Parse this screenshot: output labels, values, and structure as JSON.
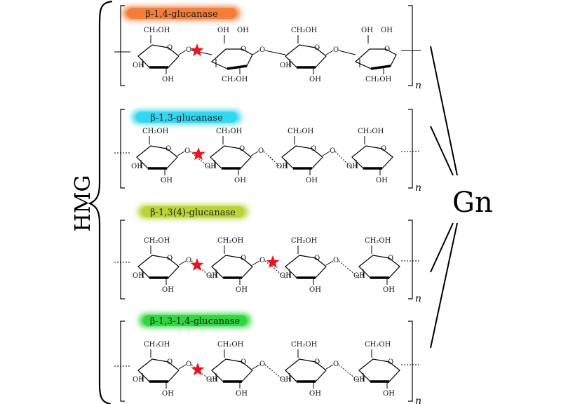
{
  "title": "HMG",
  "product": "Gn",
  "repeat_symbol": "n",
  "colors": {
    "bracket": "#000000",
    "cleavage_star": "#e8141e"
  },
  "rows": [
    {
      "enzyme": "β-1,4-glucanase",
      "pill_color": "#f37a35",
      "units": [
        {
          "top": "CH₂OH",
          "upper_left": "",
          "lower_left": "OH",
          "bottom": "OH"
        },
        {
          "top": "OH",
          "top2": "OH",
          "bottom": "CH₂OH"
        },
        {
          "top": "CH₂OH",
          "lower_left": "OH",
          "bottom": "OH"
        },
        {
          "top": "OH",
          "top2": "OH",
          "bottom": "CH₂OH"
        }
      ]
    },
    {
      "enzyme": "β-1,3-glucanase",
      "pill_color": "#2fd6ee",
      "units": [
        {
          "top": "CH₂OH",
          "lower_left": "OH",
          "bottom": "OH"
        },
        {
          "top": "CH₂OH",
          "lower_left": "OH",
          "bottom": "OH"
        },
        {
          "top": "CH₂OH",
          "lower_left": "OH",
          "bottom": "OH"
        },
        {
          "top": "CH₂OH",
          "lower_left": "OH",
          "bottom": "OH"
        }
      ]
    },
    {
      "enzyme": "β-1,3(4)-glucanase",
      "pill_color": "#b9d233",
      "units": [
        {
          "top": "CH₂OH",
          "lower_left": "OH",
          "bottom": "OH"
        },
        {
          "top": "CH₂OH",
          "lower_left": "OH",
          "bottom": "OH"
        },
        {
          "top": "CH₂OH",
          "lower_left": "OH",
          "bottom": "OH"
        },
        {
          "top": "CH₂OH",
          "lower_left": "OH",
          "bottom": "OH"
        }
      ]
    },
    {
      "enzyme": "β-1,3-1,4-glucanase",
      "pill_color": "#2bd63c",
      "units": [
        {
          "top": "CH₂OH",
          "lower_left": "OH",
          "bottom": "OH"
        },
        {
          "top": "CH₂OH",
          "lower_left": "OH",
          "bottom": "OH"
        },
        {
          "top": "CH₂OH",
          "lower_left": "OH",
          "bottom": "OH"
        },
        {
          "top": "CH₂OH",
          "lower_left": "OH",
          "bottom": "OH"
        }
      ]
    }
  ]
}
